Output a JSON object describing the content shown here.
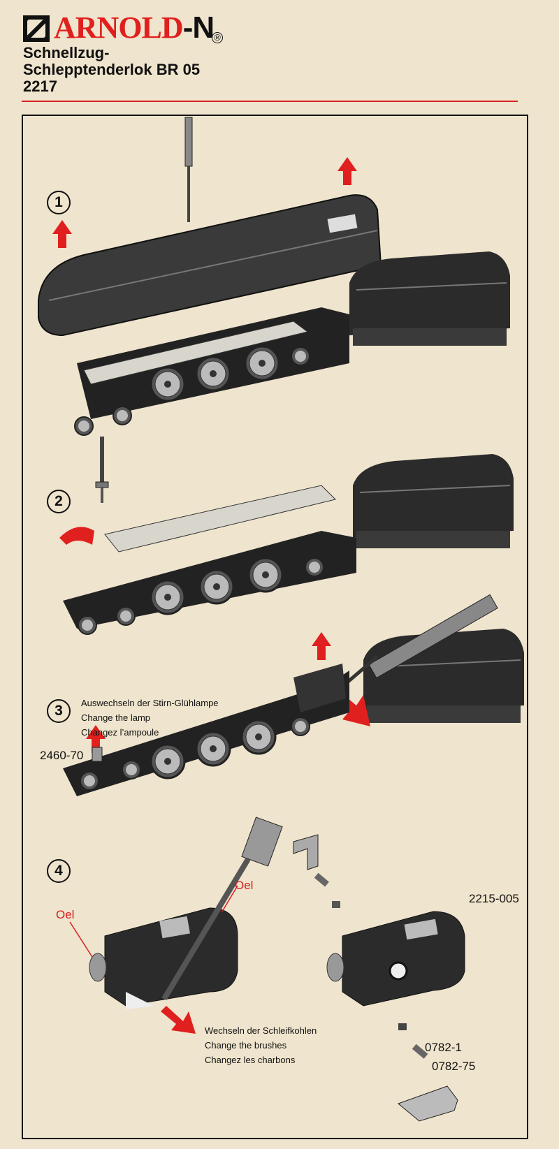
{
  "header": {
    "brand_main": "ARNOLD",
    "brand_suffix": "-N",
    "registered": "®",
    "title_line1": "Schnellzug-",
    "title_line2": "Schlepptenderlok BR 05",
    "article_number": "2217"
  },
  "steps": [
    {
      "number": "1"
    },
    {
      "number": "2"
    },
    {
      "number": "3",
      "caption_de": "Auswechseln der Stirn-Glühlampe",
      "caption_en": "Change the lamp",
      "caption_fr": "Changez l’ampoule",
      "part": "2460-70"
    },
    {
      "number": "4",
      "oel_label": "Oel",
      "caption_de": "Wechseln der Schleifkohlen",
      "caption_en": "Change the brushes",
      "caption_fr": "Changez les charbons",
      "parts": [
        "2215-005",
        "0782-1",
        "0782-75"
      ]
    }
  ],
  "colors": {
    "accent": "#e0201e",
    "paper": "#efe4cd",
    "ink": "#111111"
  }
}
